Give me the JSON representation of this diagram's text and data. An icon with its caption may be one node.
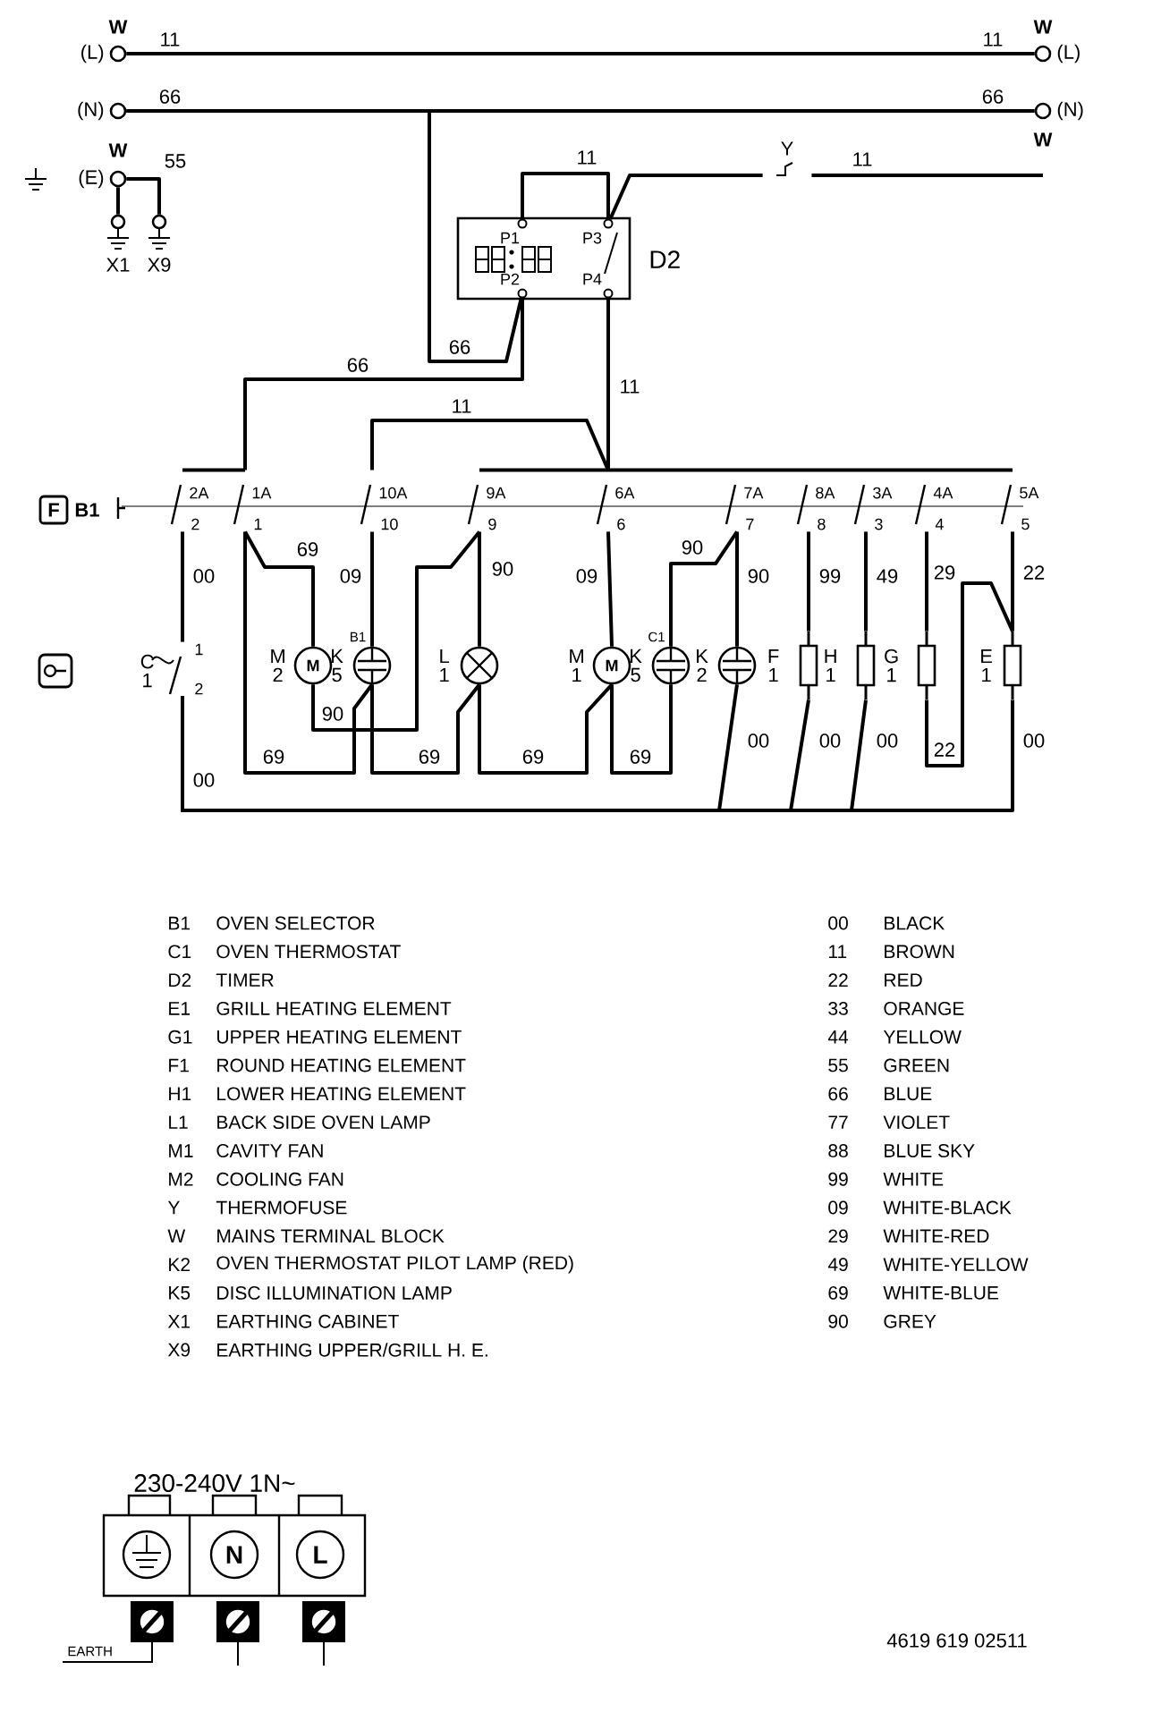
{
  "diagram": {
    "nodes": [
      {
        "text": [
          "(L)"
        ],
        "beside": [
          "W"
        ]
      },
      {
        "text": [
          "(N)"
        ]
      },
      {
        "text": [
          "(E)"
        ],
        "beside": [
          "W"
        ]
      },
      {
        "text": [
          "X1"
        ]
      },
      {
        "text": [
          "X9"
        ]
      },
      {
        "text": [
          "(L)"
        ],
        "beside": [
          "W"
        ]
      },
      {
        "text": [
          "(N)"
        ],
        "beside": [
          "W"
        ]
      },
      {
        "text": [
          "Y"
        ]
      },
      {
        "text": [
          "D2"
        ]
      },
      {
        "text": [
          "P1"
        ],
        "in": 8
      },
      {
        "text": [
          "P3"
        ],
        "in": 8
      },
      {
        "text": [
          "P2"
        ],
        "in": 8
      },
      {
        "text": [
          "P4"
        ],
        "in": 8
      },
      {
        "text": [
          "2A",
          "2"
        ]
      },
      {
        "text": [
          "1A",
          "1"
        ]
      },
      {
        "text": [
          "10A",
          "10"
        ]
      },
      {
        "text": [
          "9A",
          "9"
        ]
      },
      {
        "text": [
          "6A",
          "6"
        ]
      },
      {
        "text": [
          "7A",
          "7"
        ]
      },
      {
        "text": [
          "8A",
          "8"
        ]
      },
      {
        "text": [
          "3A",
          "3"
        ]
      },
      {
        "text": [
          "4A",
          "4"
        ]
      },
      {
        "text": [
          "5A",
          "5"
        ]
      },
      {
        "text": [
          "C 1",
          "1",
          "2"
        ]
      },
      {
        "text": [
          "M 2",
          "M"
        ]
      },
      {
        "text": [
          "B1",
          "K 5"
        ]
      },
      {
        "text": [
          "L 1"
        ]
      },
      {
        "text": [
          "M 1",
          "M"
        ]
      },
      {
        "text": [
          "C1",
          "K 5"
        ]
      },
      {
        "text": [
          "K 2"
        ]
      },
      {
        "text": [
          "F 1"
        ]
      },
      {
        "text": [
          "H 1"
        ]
      },
      {
        "text": [
          "G 1"
        ]
      },
      {
        "text": [
          "E 1"
        ]
      }
    ],
    "edges": [
      {
        "from": 0,
        "to": 5,
        "arrow": "none",
        "label": "11"
      },
      {
        "from": 1,
        "to": 6,
        "arrow": "none",
        "label": "66"
      },
      {
        "from": 1,
        "to": 11,
        "arrow": "none",
        "label": "66"
      },
      {
        "from": 2,
        "to": 3,
        "arrow": "none"
      },
      {
        "from": 2,
        "to": 4,
        "arrow": "none",
        "label": "55"
      },
      {
        "from": 9,
        "to": 10,
        "arrow": "none",
        "label": "11"
      },
      {
        "from": 10,
        "to": 7,
        "arrow": "none"
      },
      {
        "from": 7,
        "to": null,
        "arrow": "none",
        "label": "11"
      },
      {
        "from": 11,
        "to": 14,
        "arrow": "none",
        "label": "66"
      },
      {
        "from": 12,
        "to": 17,
        "arrow": "none",
        "label": "11"
      },
      {
        "from": 15,
        "to": 17,
        "arrow": "none",
        "label": "11"
      },
      {
        "from": 13,
        "to": 14,
        "arrow": "none"
      },
      {
        "from": 16,
        "to": 17,
        "arrow": "none"
      },
      {
        "from": 17,
        "to": 18,
        "arrow": "none"
      },
      {
        "from": 18,
        "to": 19,
        "arrow": "none"
      },
      {
        "from": 19,
        "to": 20,
        "arrow": "none"
      },
      {
        "from": 20,
        "to": 21,
        "arrow": "none"
      },
      {
        "from": 21,
        "to": 22,
        "arrow": "none"
      },
      {
        "from": 13,
        "to": 23,
        "arrow": "none",
        "label": "00"
      },
      {
        "from": 14,
        "to": 24,
        "arrow": "none",
        "label": "69"
      },
      {
        "from": 14,
        "to": 25,
        "arrow": "none",
        "label": "69"
      },
      {
        "from": 24,
        "to": 16,
        "arrow": "none",
        "label": "90"
      },
      {
        "from": 16,
        "to": 26,
        "arrow": "none",
        "label": "90"
      },
      {
        "from": 15,
        "to": 25,
        "arrow": "none",
        "label": "09"
      },
      {
        "from": 25,
        "to": 26,
        "arrow": "none",
        "label": "69"
      },
      {
        "from": 26,
        "to": 27,
        "arrow": "none",
        "label": "69"
      },
      {
        "from": 27,
        "to": 28,
        "arrow": "none",
        "label": "69"
      },
      {
        "from": 17,
        "to": 27,
        "arrow": "none",
        "label": "09"
      },
      {
        "from": 18,
        "to": 28,
        "arrow": "none",
        "label": "90"
      },
      {
        "from": 18,
        "to": 29,
        "arrow": "none",
        "label": "90"
      },
      {
        "from": 19,
        "to": 30,
        "arrow": "none",
        "label": "99"
      },
      {
        "from": 20,
        "to": 31,
        "arrow": "none",
        "label": "49"
      },
      {
        "from": 21,
        "to": 32,
        "arrow": "none",
        "label": "29"
      },
      {
        "from": 22,
        "to": 33,
        "arrow": "none",
        "label": "22"
      },
      {
        "from": 32,
        "to": 33,
        "arrow": "none",
        "label": "22"
      },
      {
        "from": 23,
        "to": 29,
        "arrow": "none",
        "label": "00"
      },
      {
        "from": 23,
        "to": 30,
        "arrow": "none",
        "label": "00"
      },
      {
        "from": 23,
        "to": 31,
        "arrow": "none",
        "label": "00"
      },
      {
        "from": 23,
        "to": 33,
        "arrow": "none",
        "label": "00"
      }
    ],
    "labels": [
      "11",
      "66",
      "F",
      "B1",
      "00",
      "230-240V 1N~",
      "N",
      "L",
      "EARTH",
      "4619 619 02511",
      "B1",
      "OVEN SELECTOR",
      "C1",
      "OVEN THERMOSTAT",
      "D2",
      "TIMER",
      "E1",
      "GRILL HEATING ELEMENT",
      "G1",
      "UPPER HEATING ELEMENT",
      "F1",
      "ROUND HEATING ELEMENT",
      "H1",
      "LOWER HEATING ELEMENT",
      "L1",
      "BACK SIDE OVEN LAMP",
      "M1",
      "CAVITY FAN",
      "M2",
      "COOLING FAN",
      "Y",
      "THERMOFUSE",
      "W",
      "MAINS TERMINAL BLOCK",
      "K2",
      "OVEN THERMOSTAT  PILOT LAMP (RED)",
      "K5",
      "DISC ILLUMINATION LAMP",
      "X1",
      "EARTHING CABINET",
      "X9",
      "EARTHING UPPER/GRILL  H. E.",
      "00",
      "BLACK",
      "11",
      "BROWN",
      "22",
      "RED",
      "33",
      "ORANGE",
      "44",
      "YELLOW",
      "55",
      "GREEN",
      "66",
      "BLUE",
      "77",
      "VIOLET",
      "88",
      "BLUE SKY",
      "99",
      "WHITE",
      "09",
      "WHITE-BLACK",
      "29",
      "WHITE-RED",
      "49",
      "WHITE-YELLOW",
      "69",
      "WHITE-BLUE",
      "90",
      "GREY"
    ]
  }
}
